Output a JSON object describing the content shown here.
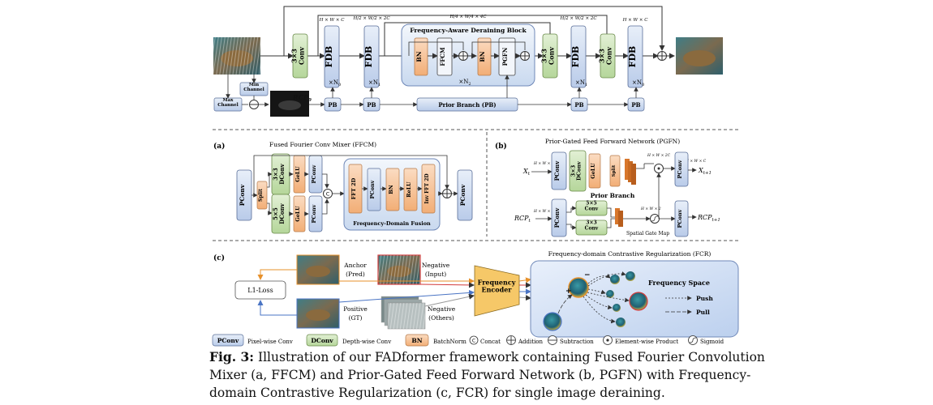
{
  "labels": {
    "conv3x3": "3×3\nConv",
    "fdb": "FDB",
    "bn": "BN",
    "ffcm": "FFCM",
    "pgfn": "PGFN",
    "pb": "PB",
    "prior_branch_pb": "Prior Branch (PB)",
    "max_channel": "Max\nChannel",
    "min_channel": "Min\nChannel",
    "rcp0": "RCP",
    "rcp0_sub": "0",
    "n0": "×N",
    "n0_sub": "0",
    "n1": "×N",
    "n1_sub": "1",
    "n2": "×N",
    "n2_sub": "2",
    "fadb_title": "Frequency-Aware Deraining Block",
    "dim_hwc": "H × W × C",
    "dim_h2": "H/2 × W/2 × 2C",
    "dim_h4": "H/4 × W/4 × 4C"
  },
  "panel_a": {
    "tag": "(a)",
    "title": "Fused Fourier Conv Mixer (FFCM)",
    "pconv": "PConv",
    "split": "Split",
    "dconv33": "3×3\nDConv",
    "dconv55": "5×5\nDConv",
    "gelu": "GeLU",
    "concat": "C",
    "fft2d": "FFT 2D",
    "bn": "BN",
    "relu": "ReLU",
    "invfft": "Inv FFT 2D",
    "fdf": "Frequency-Domain Fusion"
  },
  "panel_b": {
    "tag": "(b)",
    "title": "Prior-Gated Feed Forward Network (PGFN)",
    "xt": "X",
    "xt_sub": "t",
    "xt1": "X",
    "xt1_sub": "t+1",
    "rcpt": "RCP",
    "rcpt_sub": "t",
    "rcpt1": "RCP",
    "rcpt1_sub": "t+1",
    "pconv": "PConv",
    "dconv": "3×3\nDConv",
    "gelu": "GeLU",
    "split": "Split",
    "conv55": "5×5\nConv",
    "conv33": "3×3\nConv",
    "prior_branch": "Prior Branch",
    "sgm": "Spatial Gate Map",
    "dim_hwc": "H × W × C",
    "dim_hw2c": "H × W × 2C",
    "dim_hw3": "H × W × 3",
    "dim_hw2": "H × W × 2"
  },
  "panel_c": {
    "tag": "(c)",
    "title": "Frequency-domain Contrastive Regularization (FCR)",
    "l1loss": "L1-Loss",
    "anchor": "Anchor",
    "anchor2": "(Pred)",
    "neg_input": "Negative",
    "neg_input2": "(Input)",
    "positive": "Positive",
    "positive2": "(GT)",
    "neg_others": "Negative",
    "neg_others2": "(Others)",
    "encoder": "Frequency\nEncoder",
    "freq_space": "Frequency Space",
    "push": "Push",
    "pull": "Pull",
    "plus": "+",
    "minus": "−"
  },
  "legend": {
    "pconv": "PConv",
    "pconv_desc": "Pixel-wise Conv",
    "dconv": "DConv",
    "dconv_desc": "Depth-wise Conv",
    "bn": "BN",
    "bn_desc": "BatchNorm",
    "concat": "C",
    "concat_desc": "Concat",
    "add_desc": "Addition",
    "sub_desc": "Subtraction",
    "prod_desc": "Element-wise Product",
    "sig_desc": "Sigmoid"
  },
  "caption": {
    "fig": "Fig. 3:",
    "line1": " Illustration of our FADformer framework containing Fused Fourier Convolution",
    "line2": "Mixer (a, FFCM) and Prior-Gated Feed Forward Network (b, PGFN) with Frequency-",
    "line3": "domain Contrastive Regularization (c, FCR) for single image deraining."
  },
  "colors": {
    "blue": "#c7d4ec",
    "green": "#c6dfb0",
    "orange": "#f6c49b",
    "panel": "#dce8f6"
  }
}
